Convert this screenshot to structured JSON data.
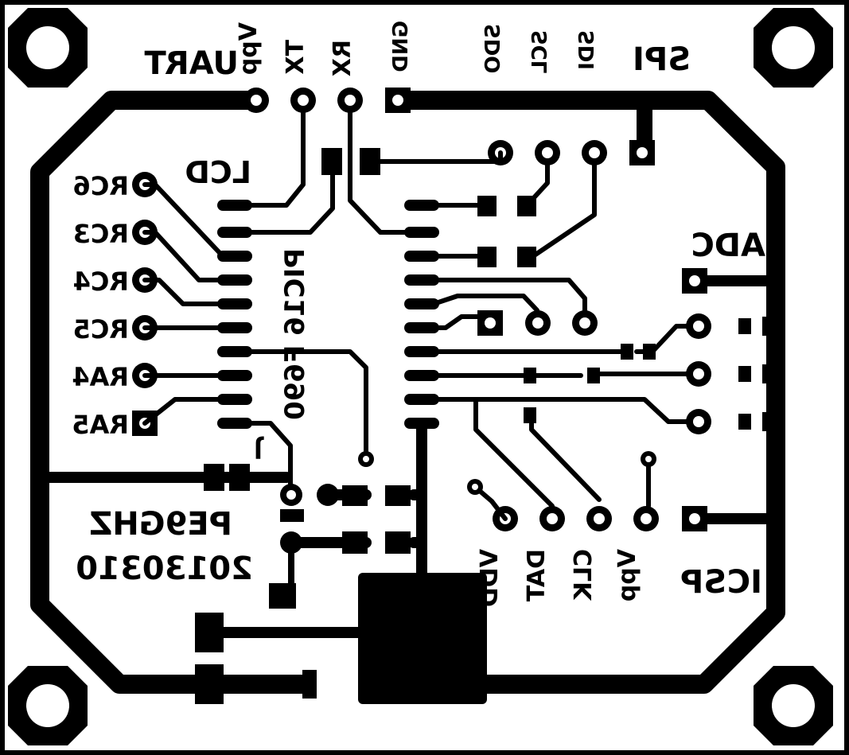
{
  "board": {
    "colors": {
      "copper": "#000000",
      "background": "#ffffff"
    },
    "headers": {
      "uart": "UART",
      "spi": "SPI",
      "lcd": "LCD",
      "adc": "ADC",
      "icsp": "ICSP"
    },
    "uart_pins": [
      "Vpp",
      "TX",
      "RX",
      "GND"
    ],
    "spi_pins": [
      "SDO",
      "SCL",
      "SDI"
    ],
    "lcd_pins": [
      "RC6",
      "RC3",
      "RC4",
      "RC5",
      "RA4",
      "RA5"
    ],
    "icsp_pins": [
      "VDD",
      "DAT",
      "CLK",
      "Vpp"
    ],
    "chip": "PIC16 F690",
    "jumper": "J",
    "author": "PE9GHZ",
    "date": "20130310"
  }
}
